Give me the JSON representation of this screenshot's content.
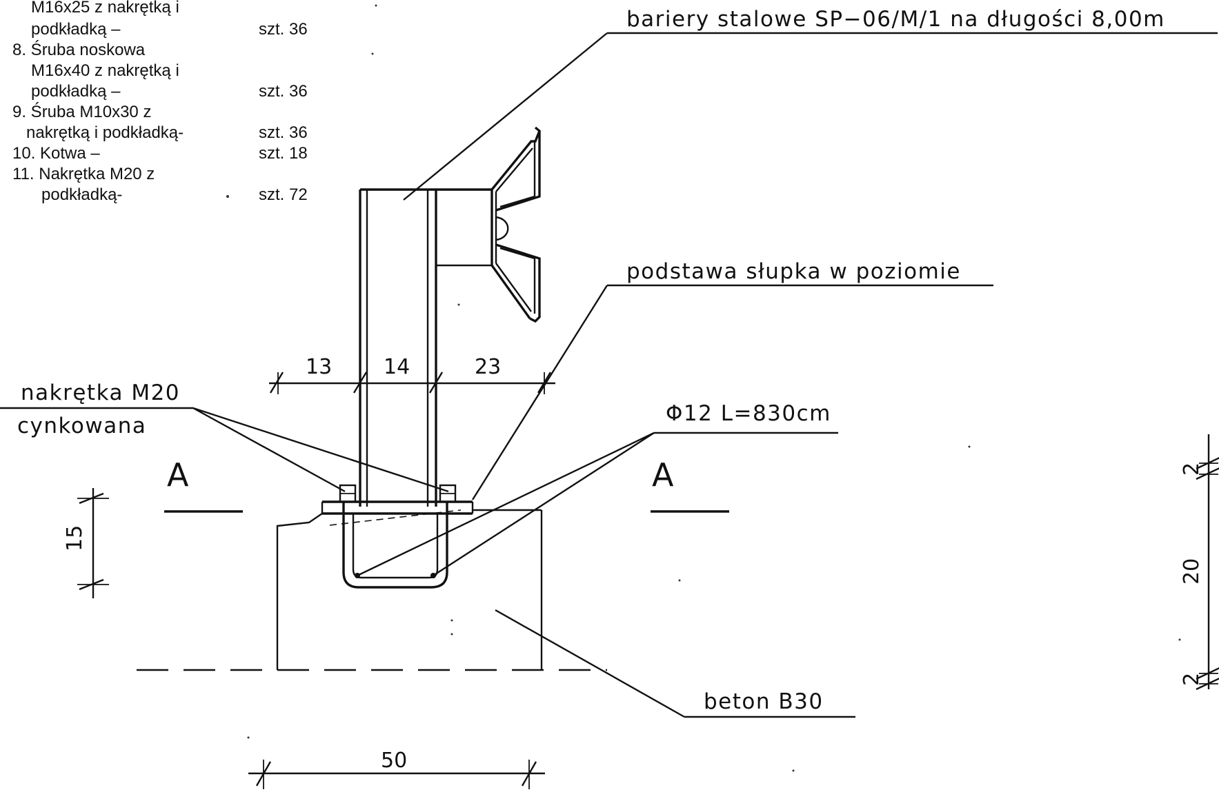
{
  "parts_list": [
    {
      "lines": [
        "M16x25 z nakrętką i",
        "podkładką –"
      ],
      "qty": "szt. 36"
    },
    {
      "lines": [
        "8. Śruba noskowa",
        "M16x40 z nakrętką i",
        "podkładką –"
      ],
      "qty": "szt. 36"
    },
    {
      "lines": [
        "9. Śruba  M10x30 z",
        "nakrętką i podkładką-"
      ],
      "qty": "szt. 36"
    },
    {
      "lines": [
        "10. Kotwa –"
      ],
      "qty": "szt. 18"
    },
    {
      "lines": [
        "11. Nakrętka M20 z",
        "podkładką-"
      ],
      "qty": "szt. 72"
    }
  ],
  "labels": {
    "barrier": "bariery stalowe SP−06/M/1 na długości 8,00m",
    "base_level": "podstawa słupka w poziomie",
    "nut_line1": "nakrętka M20",
    "nut_line2": "cynkowana",
    "rebar": "Φ12 L=830cm",
    "concrete": "beton B30",
    "section_left": "A",
    "section_right": "A"
  },
  "dimensions": {
    "top_a": "13",
    "top_b": "14",
    "top_c": "23",
    "left_height": "15",
    "bottom_width": "50",
    "right_top": "2",
    "right_mid": "20",
    "right_bottom": "2"
  }
}
